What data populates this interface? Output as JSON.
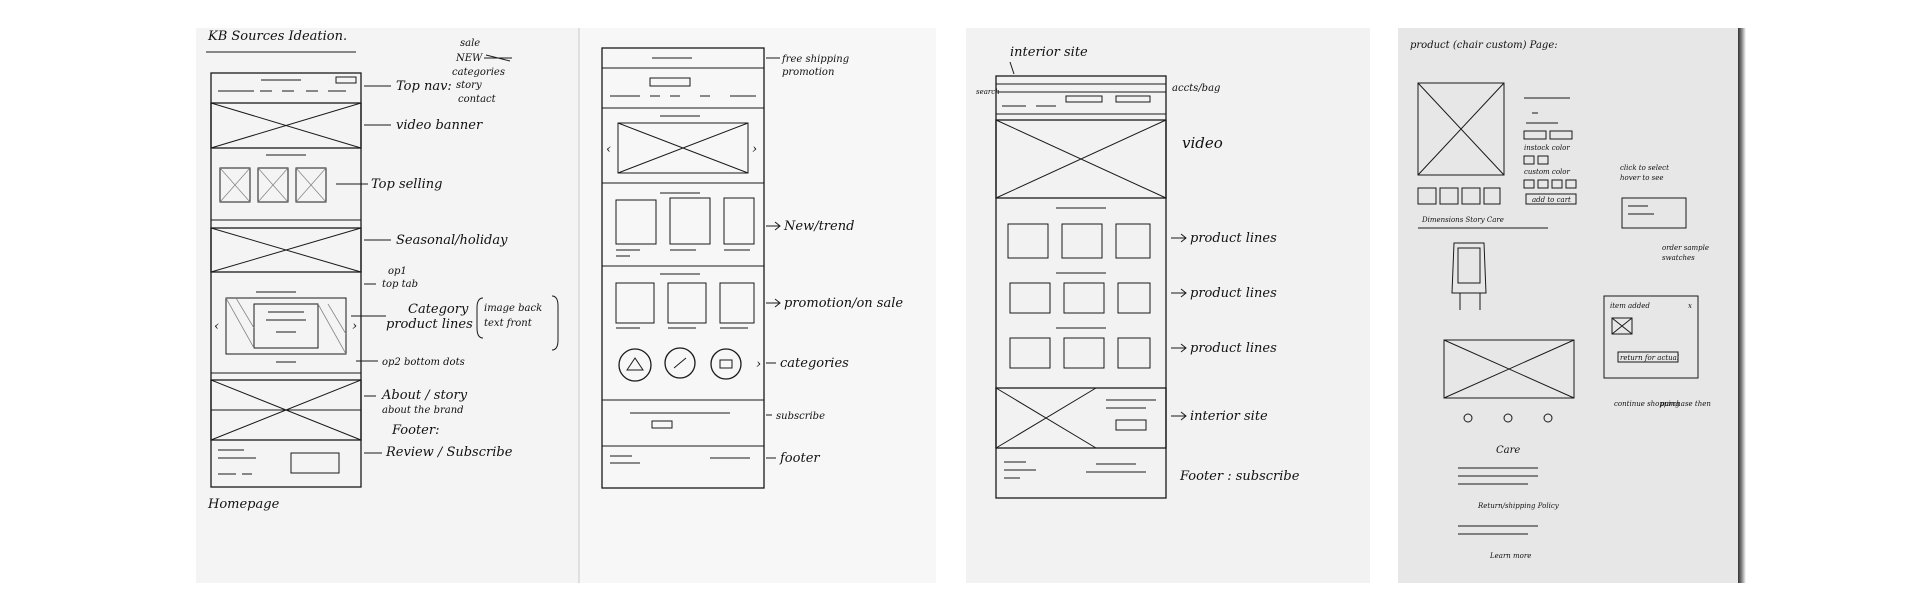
{
  "page1": {
    "title": "KB Sources Ideation.",
    "footer_label": "Homepage",
    "annotations": {
      "top_nav": "Top nav:",
      "nav_items": [
        "sale",
        "NEW",
        "categories",
        "story",
        "contact"
      ],
      "video_banner": "video banner",
      "top_selling": "Top selling",
      "seasonal": "Seasonal/holiday",
      "op1": "op1",
      "top_tab": "top tab",
      "category_1": "Category",
      "category_2": "product lines",
      "image_note_1": "image back",
      "image_note_2": "text front",
      "op2": "op2",
      "bottom_dots": "bottom dots",
      "about_1": "About / story",
      "about_2": "about the brand",
      "footer_1": "Footer:",
      "footer_2": "Review / Subscribe"
    }
  },
  "page2": {
    "annotations": {
      "free_shipping_1": "free shipping",
      "free_shipping_2": "promotion",
      "new_trend": "New/trend",
      "promotion": "promotion/on sale",
      "categories": "categories",
      "subscribe": "subscribe",
      "footer": "footer"
    }
  },
  "page3": {
    "annotations": {
      "interior_site_top": "interior site",
      "search": "search",
      "accts_bag": "accts/bag",
      "video": "video",
      "product_lines": [
        "product lines",
        "product lines",
        "product lines"
      ],
      "interior_site": "interior site",
      "footer": "Footer : subscribe"
    }
  },
  "page4": {
    "title": "product (chair custom) Page:",
    "annotations": {
      "instock_color": "instock color",
      "custom_color": "custom color",
      "add_to_cart": "add to cart",
      "click_select_1": "click to select",
      "click_select_2": "hover to see",
      "order_sample_1": "order sample",
      "order_sample_2": "swatches",
      "tabs": "Dimensions Story Care",
      "modal_title": "item added",
      "modal_close": "x",
      "modal_button": "return for actual",
      "continue": "continue shopping",
      "purchase": "purchase then",
      "care": "Care",
      "returns": "Return/shipping Policy",
      "learn_more": "Learn more"
    }
  }
}
